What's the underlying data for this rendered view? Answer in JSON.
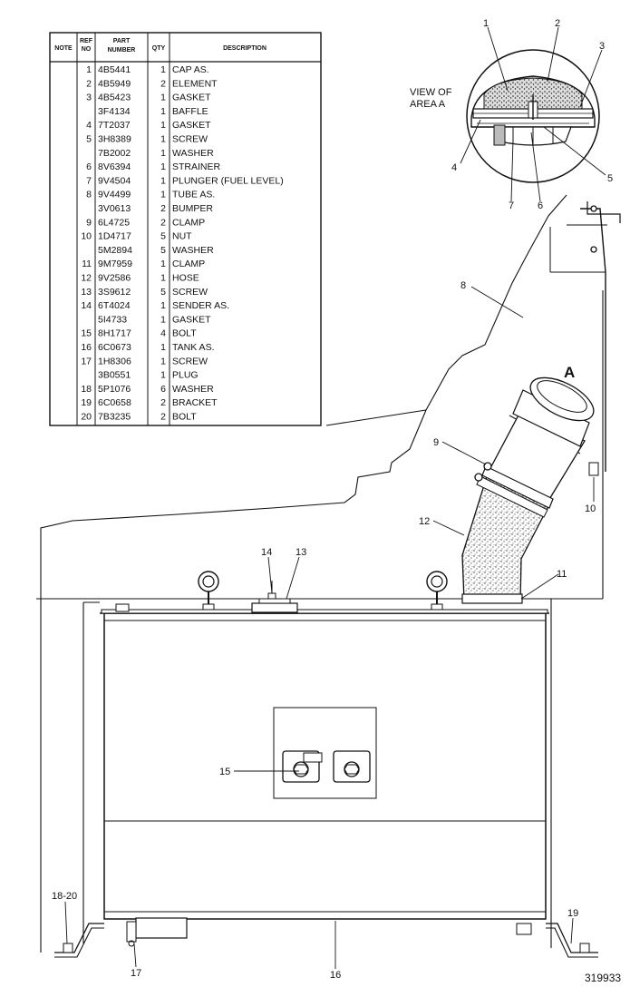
{
  "table": {
    "headers": {
      "note": "NOTE",
      "ref": [
        "REF",
        "NO"
      ],
      "part": [
        "PART",
        "NUMBER"
      ],
      "qty": "QTY",
      "desc": "DESCRIPTION"
    },
    "rows": [
      {
        "ref": "1",
        "part": "4B5441",
        "qty": "1",
        "desc": "CAP  AS."
      },
      {
        "ref": "2",
        "part": "4B5949",
        "qty": "2",
        "desc": "   ELEMENT"
      },
      {
        "ref": "3",
        "part": "4B5423",
        "qty": "1",
        "desc": "   GASKET"
      },
      {
        "ref": "",
        "part": "3F4134",
        "qty": "1",
        "desc": "   BAFFLE"
      },
      {
        "ref": "4",
        "part": "7T2037",
        "qty": "1",
        "desc": "   GASKET"
      },
      {
        "ref": "5",
        "part": "3H8389",
        "qty": "1",
        "desc": "   SCREW"
      },
      {
        "ref": "",
        "part": "7B2002",
        "qty": "1",
        "desc": "   WASHER"
      },
      {
        "ref": "6",
        "part": "8V6394",
        "qty": "1",
        "desc": "STRAINER"
      },
      {
        "ref": "7",
        "part": "9V4504",
        "qty": "1",
        "desc": "PLUNGER  (FUEL  LEVEL)"
      },
      {
        "ref": "8",
        "part": "9V4499",
        "qty": "1",
        "desc": "TUBE  AS."
      },
      {
        "ref": "",
        "part": "3V0613",
        "qty": "2",
        "desc": "BUMPER"
      },
      {
        "ref": "9",
        "part": "6L4725",
        "qty": "2",
        "desc": "CLAMP"
      },
      {
        "ref": "10",
        "part": "1D4717",
        "qty": "5",
        "desc": "NUT"
      },
      {
        "ref": "",
        "part": "5M2894",
        "qty": "5",
        "desc": "WASHER"
      },
      {
        "ref": "11",
        "part": "9M7959",
        "qty": "1",
        "desc": "CLAMP"
      },
      {
        "ref": "12",
        "part": "9V2586",
        "qty": "1",
        "desc": "HOSE"
      },
      {
        "ref": "13",
        "part": "3S9612",
        "qty": "5",
        "desc": "SCREW"
      },
      {
        "ref": "14",
        "part": "6T4024",
        "qty": "1",
        "desc": "SENDER  AS."
      },
      {
        "ref": "",
        "part": "5I4733",
        "qty": "1",
        "desc": "GASKET"
      },
      {
        "ref": "15",
        "part": "8H1717",
        "qty": "4",
        "desc": "BOLT"
      },
      {
        "ref": "16",
        "part": "6C0673",
        "qty": "1",
        "desc": "TANK  AS."
      },
      {
        "ref": "17",
        "part": "1H8306",
        "qty": "1",
        "desc": "SCREW"
      },
      {
        "ref": "",
        "part": "3B0551",
        "qty": "1",
        "desc": "PLUG"
      },
      {
        "ref": "18",
        "part": "5P1076",
        "qty": "6",
        "desc": "WASHER"
      },
      {
        "ref": "19",
        "part": "6C0658",
        "qty": "2",
        "desc": "BRACKET"
      },
      {
        "ref": "20",
        "part": "7B3235",
        "qty": "2",
        "desc": "BOLT"
      }
    ]
  },
  "callouts": {
    "view_line1": "VIEW  OF",
    "view_line2": "AREA  A",
    "area_marker": "A",
    "c1": "1",
    "c2": "2",
    "c3": "3",
    "c4": "4",
    "c5": "5",
    "c6": "6",
    "c7": "7",
    "c8": "8",
    "c9": "9",
    "c10": "10",
    "c11": "11",
    "c12": "12",
    "c13": "13",
    "c14": "14",
    "c15": "15",
    "c16": "16",
    "c17": "17",
    "c18_20": "18-20",
    "c19": "19"
  },
  "drawing_number": "319933"
}
